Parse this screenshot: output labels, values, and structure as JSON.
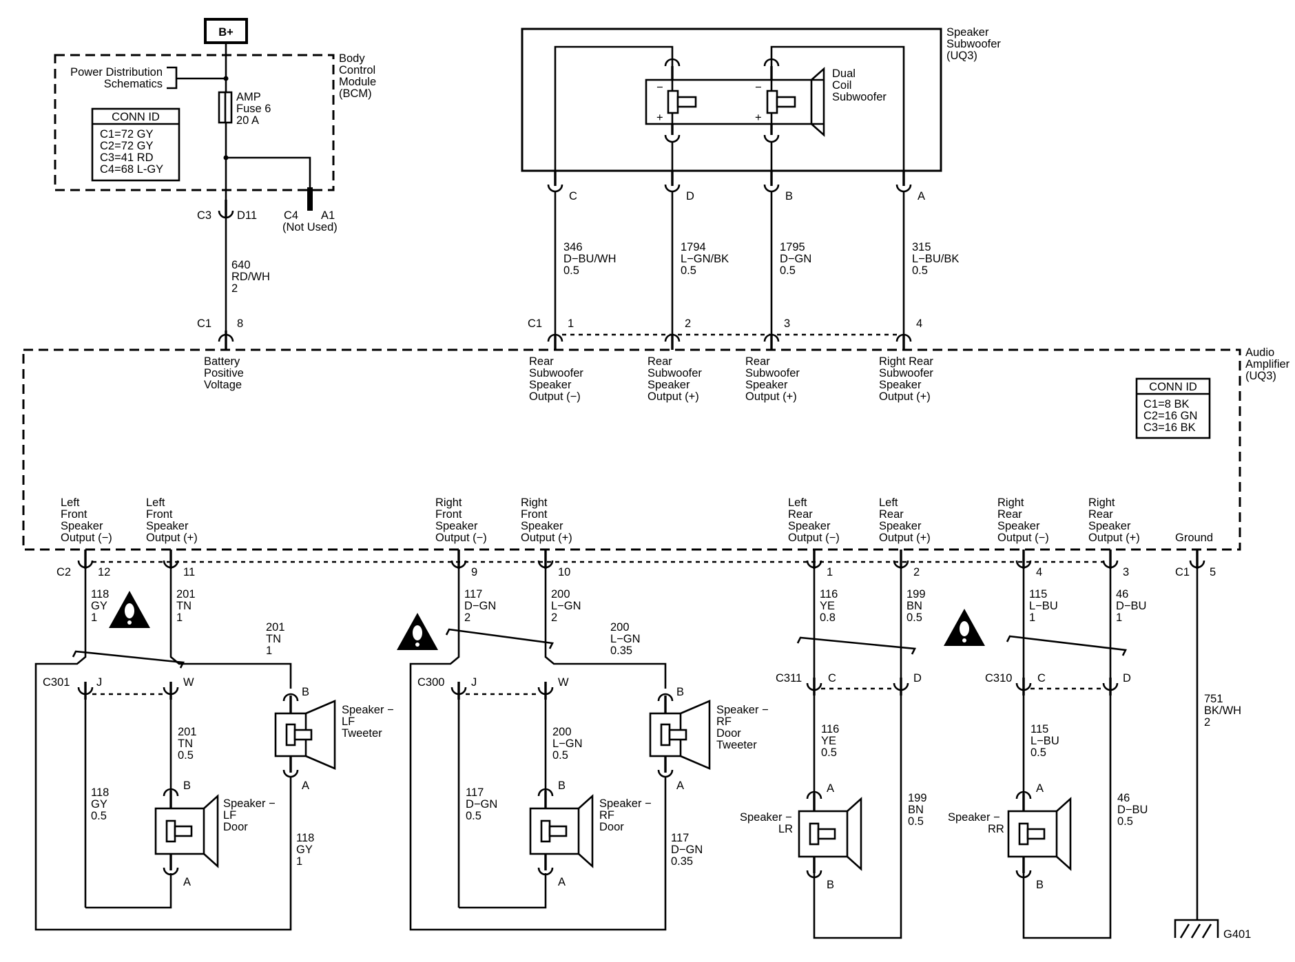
{
  "bcm": {
    "bplus": "B+",
    "name": [
      "Body",
      "Control",
      "Module",
      "(BCM)"
    ],
    "pds": [
      "Power Distribution",
      "Schematics"
    ],
    "fuse": [
      "AMP",
      "Fuse 6",
      "20 A"
    ],
    "conn_title": "CONN ID",
    "conn": [
      "C1=72 GY",
      "C2=72 GY",
      "C3=41 RD",
      "C4=68 L-GY"
    ],
    "pin_c3": "C3",
    "pin_d11": "D11",
    "pin_c4": "C4",
    "pin_a1": "A1",
    "not_used": "(Not Used)",
    "wire": [
      "640",
      "RD/WH",
      "2"
    ]
  },
  "sub": {
    "name": [
      "Speaker",
      "Subwoofer",
      "(UQ3)"
    ],
    "dual": [
      "Dual",
      "Coil",
      "Subwoofer"
    ],
    "minus": "−",
    "plus": "+",
    "pins": [
      "C",
      "D",
      "B",
      "A"
    ],
    "wires": [
      [
        "346",
        "D−BU/WH",
        "0.5"
      ],
      [
        "1794",
        "L−GN/BK",
        "0.5"
      ],
      [
        "1795",
        "D−GN",
        "0.5"
      ],
      [
        "315",
        "L−BU/BK",
        "0.5"
      ]
    ],
    "amp_pins": [
      "1",
      "2",
      "3",
      "4"
    ]
  },
  "amp": {
    "name": [
      "Audio",
      "Amplifier",
      "(UQ3)"
    ],
    "conn_title": "CONN ID",
    "conn": [
      "C1=8 BK",
      "C2=16 GN",
      "C3=16 BK"
    ],
    "c1_top": "C1",
    "c1_pin8": "8",
    "bat": [
      "Battery",
      "Positive",
      "Voltage"
    ],
    "sub_outputs": [
      [
        "Rear",
        "Subwoofer",
        "Speaker",
        "Output (−)"
      ],
      [
        "Rear",
        "Subwoofer",
        "Speaker",
        "Output (+)"
      ],
      [
        "Rear",
        "Subwoofer",
        "Speaker",
        "Output (+)"
      ],
      [
        "Right Rear",
        "Subwoofer",
        "Speaker",
        "Output (+)"
      ]
    ],
    "bottom_outputs": [
      [
        "Left",
        "Front",
        "Speaker",
        "Output (−)"
      ],
      [
        "Left",
        "Front",
        "Speaker",
        "Output (+)"
      ],
      [
        "Right",
        "Front",
        "Speaker",
        "Output (−)"
      ],
      [
        "Right",
        "Front",
        "Speaker",
        "Output (+)"
      ],
      [
        "Left",
        "Rear",
        "Speaker",
        "Output (−)"
      ],
      [
        "Left",
        "Rear",
        "Speaker",
        "Output (+)"
      ],
      [
        "Right",
        "Rear",
        "Speaker",
        "Output (−)"
      ],
      [
        "Right",
        "Rear",
        "Speaker",
        "Output (+)"
      ],
      [
        "Ground"
      ]
    ],
    "c2": "C2",
    "c1_bottom": "C1",
    "bottom_pins": [
      "12",
      "11",
      "9",
      "10",
      "1",
      "2",
      "4",
      "3",
      "5"
    ]
  },
  "bottom_wires": [
    [
      "118",
      "GY",
      "1"
    ],
    [
      "201",
      "TN",
      "1"
    ],
    [
      "117",
      "D−GN",
      "2"
    ],
    [
      "200",
      "L−GN",
      "2"
    ],
    [
      "116",
      "YE",
      "0.8"
    ],
    [
      "199",
      "BN",
      "0.5"
    ],
    [
      "115",
      "L−BU",
      "1"
    ],
    [
      "46",
      "D−BU",
      "1"
    ]
  ],
  "lf": {
    "conn": "C301",
    "pin_j": "J",
    "pin_w": "W",
    "tweet_wire": [
      "201",
      "TN",
      "1"
    ],
    "tweeter": [
      "Speaker −",
      "LF",
      "Tweeter"
    ],
    "door": [
      "Speaker −",
      "LF",
      "Door"
    ],
    "tn05": [
      "201",
      "TN",
      "0.5"
    ],
    "gy05": [
      "118",
      "GY",
      "0.5"
    ],
    "gy1": [
      "118",
      "GY",
      "1"
    ],
    "pin_b": "B",
    "pin_a": "A"
  },
  "rf": {
    "conn": "C300",
    "pin_j": "J",
    "pin_w": "W",
    "tweet_wire": [
      "200",
      "L−GN",
      "0.35"
    ],
    "tweeter": [
      "Speaker −",
      "RF",
      "Door",
      "Tweeter"
    ],
    "door": [
      "Speaker −",
      "RF",
      "Door"
    ],
    "lgn05": [
      "200",
      "L−GN",
      "0.5"
    ],
    "dgn05": [
      "117",
      "D−GN",
      "0.5"
    ],
    "dgn035": [
      "117",
      "D−GN",
      "0.35"
    ],
    "pin_b": "B",
    "pin_a": "A"
  },
  "lr": {
    "conn": "C311",
    "pin_c": "C",
    "pin_d": "D",
    "ye": [
      "116",
      "YE",
      "0.5"
    ],
    "bn": [
      "199",
      "BN",
      "0.5"
    ],
    "speaker": [
      "Speaker −",
      "LR"
    ],
    "pin_a": "A",
    "pin_b": "B"
  },
  "rr": {
    "conn": "C310",
    "pin_c": "C",
    "pin_d": "D",
    "lbu": [
      "115",
      "L−BU",
      "0.5"
    ],
    "dbu": [
      "46",
      "D−BU",
      "0.5"
    ],
    "speaker": [
      "Speaker −",
      "RR"
    ],
    "pin_a": "A",
    "pin_b": "B"
  },
  "ground": {
    "wire": [
      "751",
      "BK/WH",
      "2"
    ],
    "label": "G401"
  }
}
